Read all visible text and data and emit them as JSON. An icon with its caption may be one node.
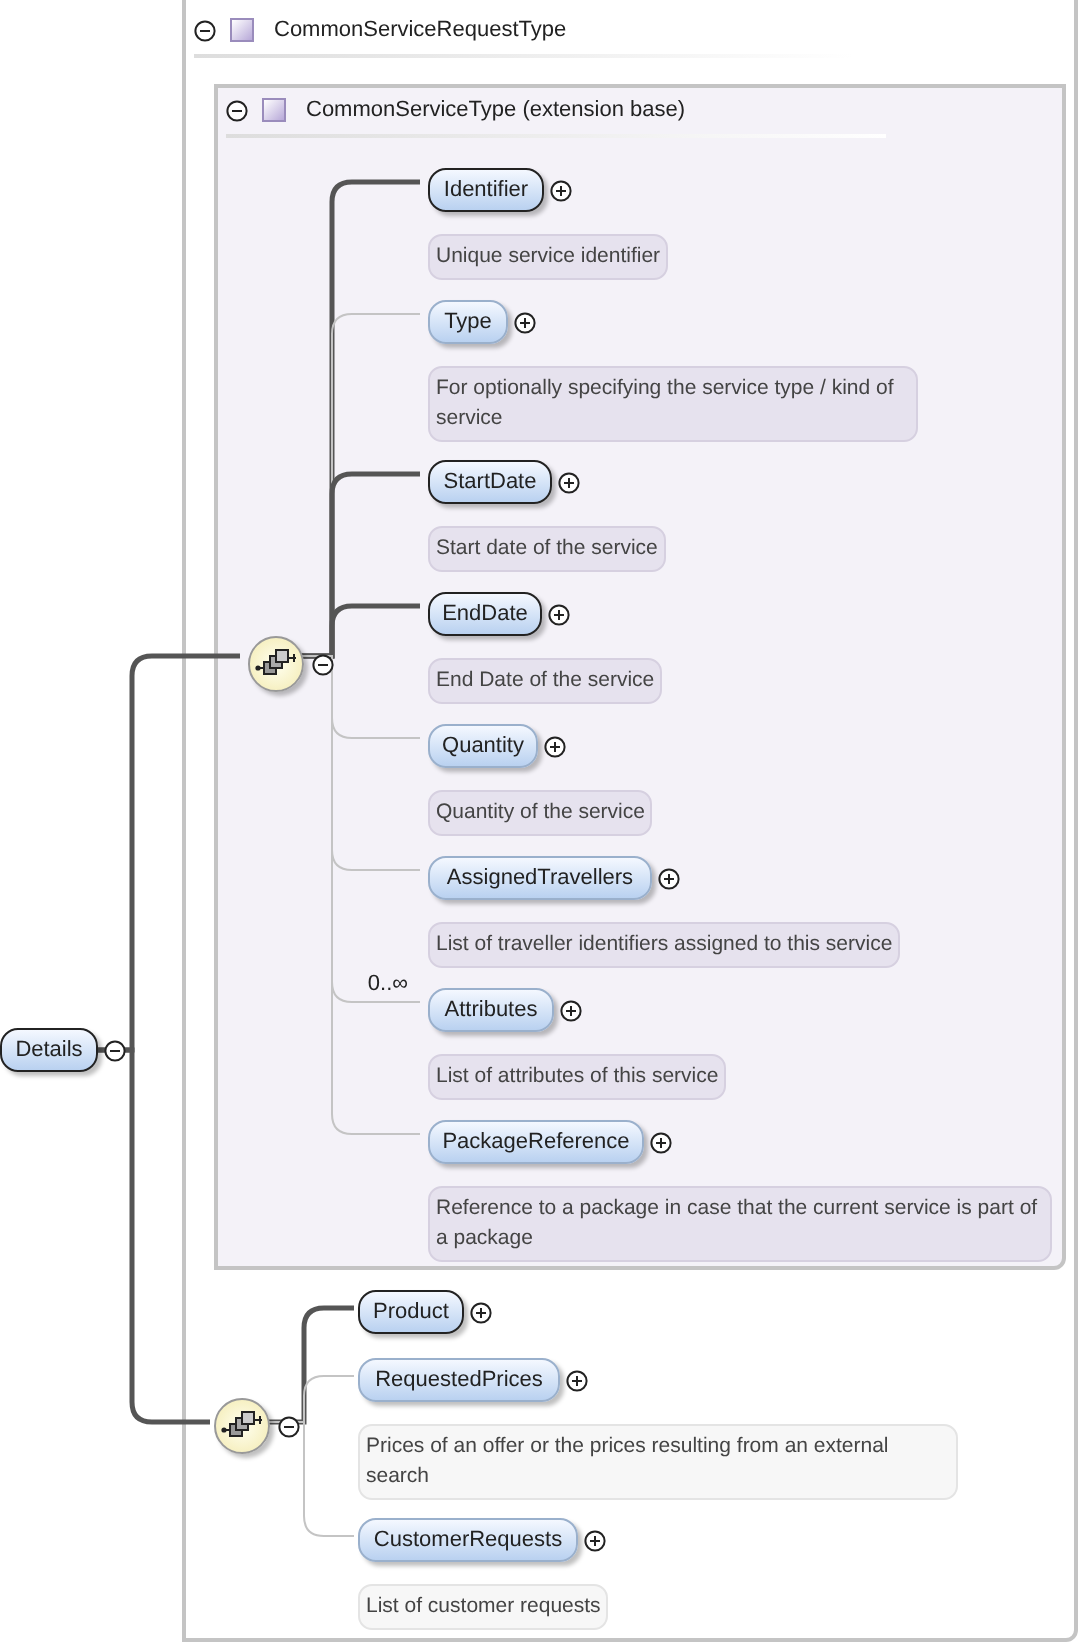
{
  "diagram": {
    "nodes": [
      {
        "text": [
          "Details"
        ]
      },
      {
        "text": [
          "CommonServiceRequestType"
        ]
      },
      {
        "text": [
          "CommonServiceType (extension base)"
        ],
        "in": 1
      },
      {
        "text": [],
        "shape": "circle",
        "in": 2
      },
      {
        "text": [
          "Identifier"
        ],
        "in": 2,
        "beside": [
          "Unique service identifier"
        ]
      },
      {
        "text": [
          "Type"
        ],
        "in": 2,
        "beside": [
          "For optionally specifying the service type / kind of service"
        ]
      },
      {
        "text": [
          "StartDate"
        ],
        "in": 2,
        "beside": [
          "Start date of the service"
        ]
      },
      {
        "text": [
          "EndDate"
        ],
        "in": 2,
        "beside": [
          "End Date of the service"
        ]
      },
      {
        "text": [
          "Quantity"
        ],
        "in": 2,
        "beside": [
          "Quantity of the service"
        ]
      },
      {
        "text": [
          "AssignedTravellers"
        ],
        "in": 2,
        "beside": [
          "List of traveller identifiers assigned to this service"
        ]
      },
      {
        "text": [
          "Attributes"
        ],
        "in": 2,
        "beside": [
          "List of attributes of this service"
        ]
      },
      {
        "text": [
          "PackageReference"
        ],
        "in": 2,
        "beside": [
          "Reference to a package in case that the current service is part of a package"
        ]
      },
      {
        "text": [],
        "shape": "circle",
        "in": 1
      },
      {
        "text": [
          "Product"
        ],
        "in": 1
      },
      {
        "text": [
          "RequestedPrices"
        ],
        "in": 1,
        "beside": [
          "Prices of an offer or the prices resulting from an external search"
        ]
      },
      {
        "text": [
          "CustomerRequests"
        ],
        "in": 1,
        "beside": [
          "List of customer requests"
        ]
      }
    ],
    "edges": [
      {
        "from": 0,
        "to": 3,
        "arrow": "none",
        "style": "thick",
        "color": "#555555"
      },
      {
        "from": 0,
        "to": 12,
        "arrow": "none",
        "style": "thick",
        "color": "#555555"
      },
      {
        "from": 3,
        "to": 4,
        "arrow": "none",
        "style": "thick",
        "color": "#555555"
      },
      {
        "from": 3,
        "to": 5,
        "arrow": "none"
      },
      {
        "from": 3,
        "to": 6,
        "arrow": "none",
        "style": "thick",
        "color": "#555555"
      },
      {
        "from": 3,
        "to": 7,
        "arrow": "none",
        "style": "thick",
        "color": "#555555"
      },
      {
        "from": 3,
        "to": 8,
        "arrow": "none"
      },
      {
        "from": 3,
        "to": 9,
        "arrow": "none"
      },
      {
        "from": 3,
        "to": 10,
        "arrow": "none",
        "label": "0..∞"
      },
      {
        "from": 3,
        "to": 11,
        "arrow": "none"
      },
      {
        "from": 12,
        "to": 13,
        "arrow": "none",
        "style": "thick",
        "color": "#555555"
      },
      {
        "from": 12,
        "to": 14,
        "arrow": "none"
      },
      {
        "from": 12,
        "to": 15,
        "arrow": "none"
      }
    ]
  }
}
